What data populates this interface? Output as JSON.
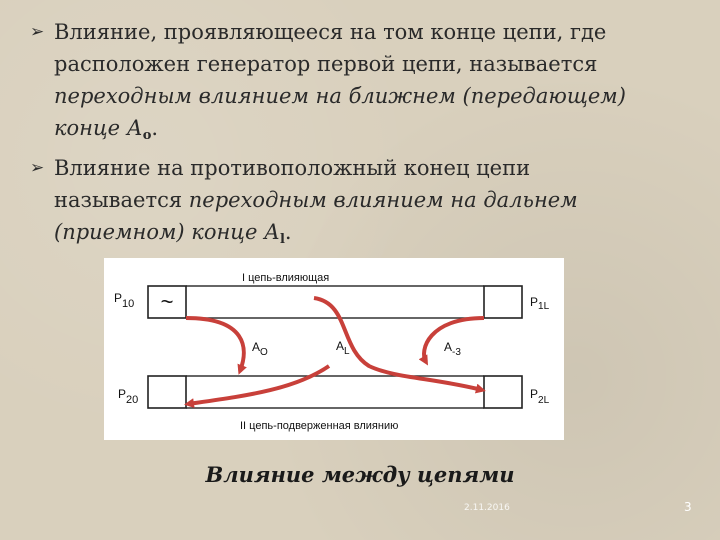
{
  "bullets": [
    {
      "line1": "Влияние, проявляющееся на том конце цепи, где",
      "line2": "расположен генератор первой цепи, называется",
      "line3": "переходным влиянием на ближнем (передающем)",
      "line4": "конце А",
      "line4_sub": "о",
      "line4_end": "."
    },
    {
      "line1": "Влияние на противоположный конец цепи",
      "line2_a": "называется ",
      "line2_b": "переходным влиянием на дальнем",
      "line3": "(приемном) конце А",
      "line3_sub": "l",
      "line3_end": "."
    }
  ],
  "diagram": {
    "circuit1_label": "I цепь-влияющая",
    "circuit2_label": "II цепь-подверженная влиянию",
    "p10": "P",
    "p10_sub": "10",
    "p1l": "P",
    "p1l_sub": "1L",
    "p20": "P",
    "p20_sub": "20",
    "p2l": "P",
    "p2l_sub": "2L",
    "a0": "A",
    "a0_sub": "O",
    "al": "A",
    "al_sub": "L",
    "a3": "A",
    "a3_sub": "-3",
    "generator_symbol": "~",
    "arrow_color": "#c8403a"
  },
  "caption": "Влияние между цепями",
  "footer": {
    "date": "2.11.2016",
    "page": "3"
  }
}
